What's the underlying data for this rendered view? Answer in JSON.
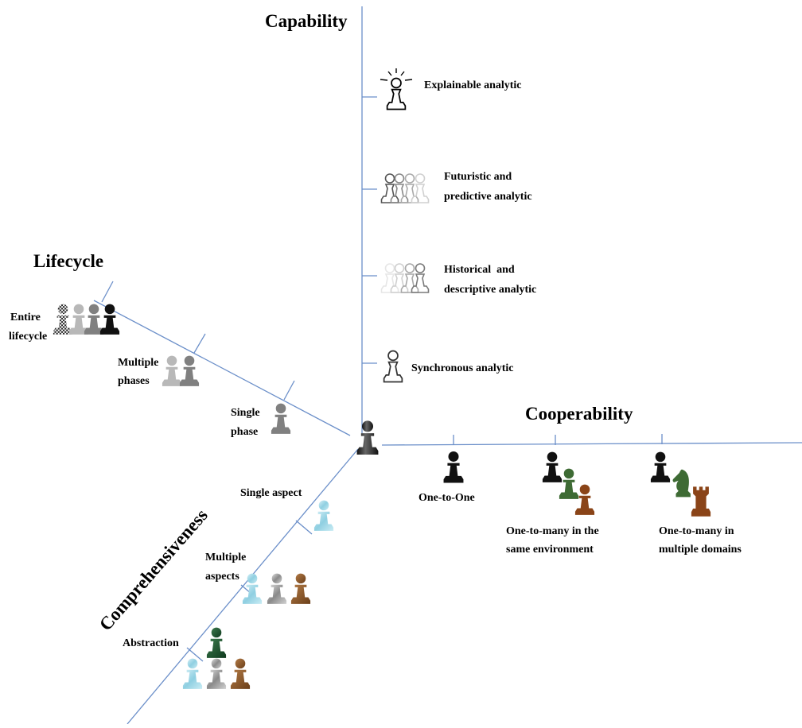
{
  "colors": {
    "axis": "#6b8fc9",
    "black": "#111111",
    "gray": "#808080",
    "lightgray": "#b8b8b8",
    "green": "#3e6b34",
    "darkgreen": "#1f4a2a",
    "brown": "#8a4418",
    "ice": "#9fd6e6",
    "marble": "#a9a9a9",
    "bronze": "#8b5a2b"
  },
  "capability": {
    "title": "Capability",
    "items": [
      {
        "icon": "lightbulb-pawn-icon",
        "lines": [
          "Explainable analytic"
        ]
      },
      {
        "icon": "outlined-pawns-icon",
        "lines": [
          "Futuristic and",
          "predictive analytic"
        ]
      },
      {
        "icon": "faded-pawns-icon",
        "lines": [
          "Historical  and",
          "descriptive analytic"
        ]
      },
      {
        "icon": "outline-pawn-icon",
        "lines": [
          "Synchronous analytic"
        ]
      }
    ]
  },
  "cooperability": {
    "title": "Cooperability",
    "items": [
      {
        "icon": "single-black-pawn-icon",
        "lines": [
          "One-to-One"
        ]
      },
      {
        "icon": "pawn-trio-icon",
        "lines": [
          "One-to-many in the",
          "same environment"
        ]
      },
      {
        "icon": "mixed-pieces-icon",
        "lines": [
          "One-to-many in",
          "multiple domains"
        ]
      }
    ]
  },
  "lifecycle": {
    "title": "Lifecycle",
    "items": [
      {
        "icon": "four-pawns-icon",
        "lines": [
          "Entire",
          "lifecycle"
        ]
      },
      {
        "icon": "two-pawns-icon",
        "lines": [
          "Multiple",
          "phases"
        ]
      },
      {
        "icon": "one-pawn-icon",
        "lines": [
          "Single",
          "phase"
        ]
      }
    ]
  },
  "comprehensiveness": {
    "title": "Comprehensiveness",
    "items": [
      {
        "icon": "ice-pawn-icon",
        "lines": [
          "Single aspect"
        ]
      },
      {
        "icon": "three-material-pawns-icon",
        "lines": [
          "Multiple",
          "aspects"
        ]
      },
      {
        "icon": "stacked-pawns-icon",
        "lines": [
          "Abstraction"
        ]
      }
    ]
  },
  "center": {
    "icon": "origin-pawn-icon"
  }
}
